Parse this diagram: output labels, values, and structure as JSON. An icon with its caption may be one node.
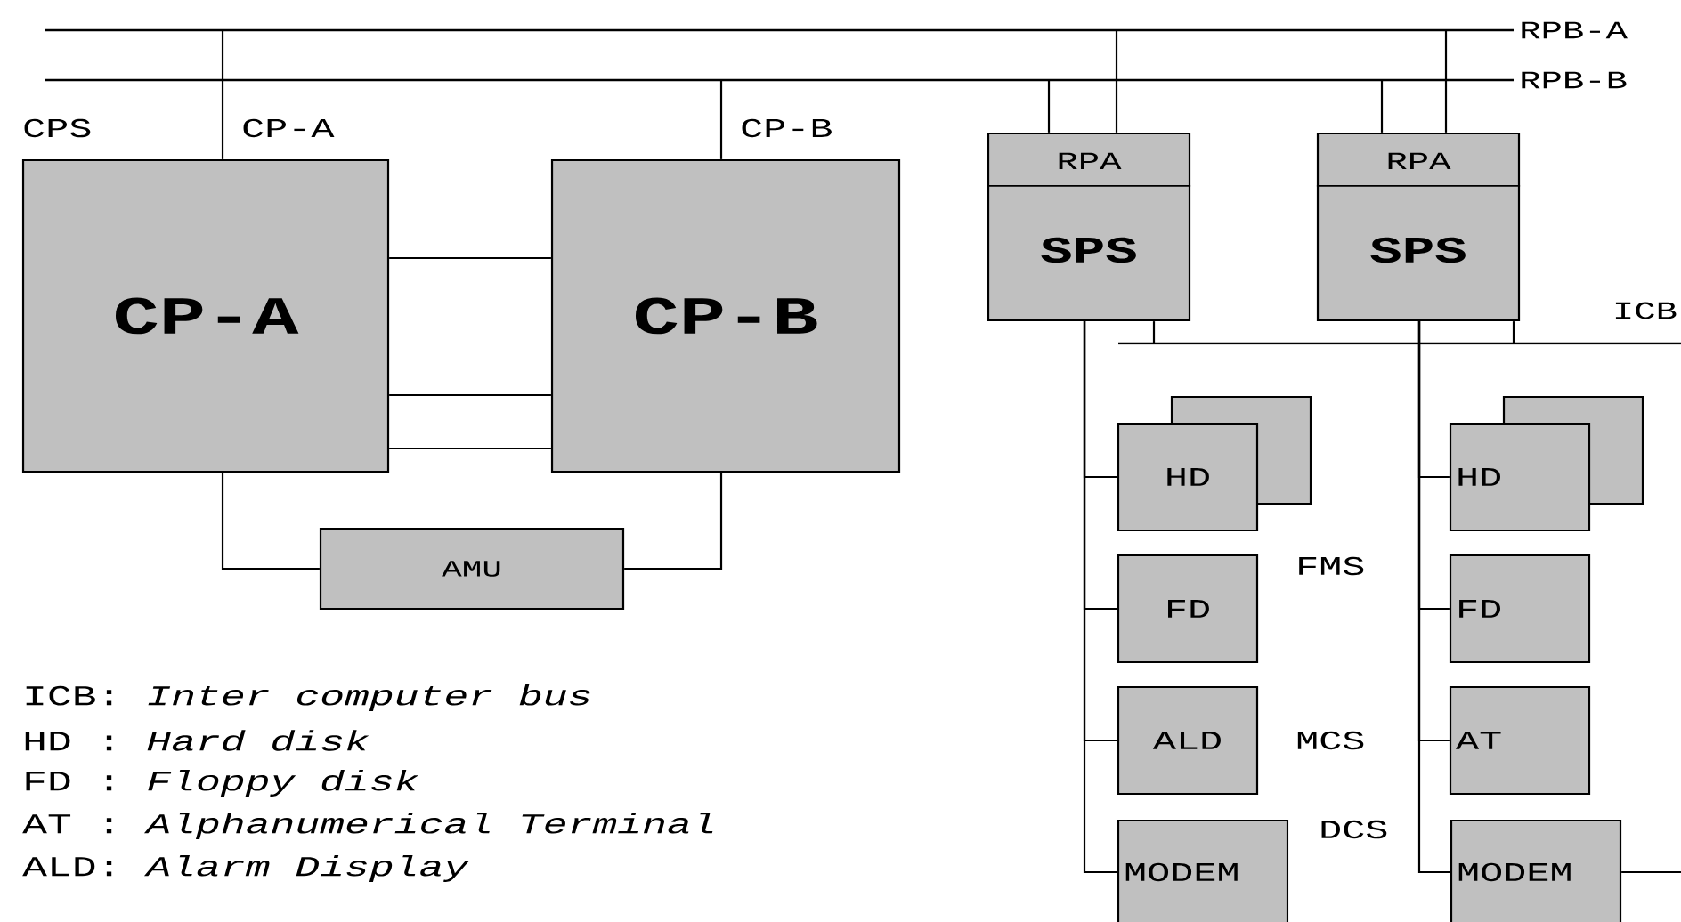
{
  "diagram": {
    "nodes": [
      {
        "text": [
          "RPB-A"
        ]
      },
      {
        "text": [
          "RPB-B"
        ]
      },
      {
        "text": [
          "CP-A"
        ]
      },
      {
        "text": [
          "CP-B"
        ]
      },
      {
        "text": [
          "AMU"
        ]
      },
      {
        "text": [
          "RPA",
          "SPS"
        ]
      },
      {
        "text": [
          "RPA",
          "SPS"
        ]
      },
      {
        "text": [
          "ICB"
        ]
      },
      {
        "text": [
          "HD"
        ]
      },
      {
        "text": [
          "FD"
        ]
      },
      {
        "text": [
          "ALD"
        ]
      },
      {
        "text": [
          "MODEM"
        ]
      },
      {
        "text": [
          "HD"
        ]
      },
      {
        "text": [
          "FD"
        ]
      },
      {
        "text": [
          "AT"
        ]
      },
      {
        "text": [
          "MODEM"
        ]
      }
    ],
    "edges": [
      {
        "from": 2,
        "to": 0,
        "arrow": "none"
      },
      {
        "from": 3,
        "to": 1,
        "arrow": "none"
      },
      {
        "from": 5,
        "to": 1,
        "arrow": "none"
      },
      {
        "from": 5,
        "to": 0,
        "arrow": "none"
      },
      {
        "from": 6,
        "to": 1,
        "arrow": "none"
      },
      {
        "from": 6,
        "to": 0,
        "arrow": "none"
      },
      {
        "from": 5,
        "to": 7,
        "arrow": "none"
      },
      {
        "from": 6,
        "to": 7,
        "arrow": "none"
      },
      {
        "from": 2,
        "to": 3,
        "arrow": "none"
      },
      {
        "from": 2,
        "to": 3,
        "arrow": "none"
      },
      {
        "from": 2,
        "to": 3,
        "arrow": "none"
      },
      {
        "from": 2,
        "to": 4,
        "arrow": "none"
      },
      {
        "from": 3,
        "to": 4,
        "arrow": "none"
      },
      {
        "from": 5,
        "to": 8,
        "arrow": "none"
      },
      {
        "from": 5,
        "to": 9,
        "arrow": "none"
      },
      {
        "from": 5,
        "to": 10,
        "arrow": "none"
      },
      {
        "from": 5,
        "to": 11,
        "arrow": "none"
      },
      {
        "from": 6,
        "to": 12,
        "arrow": "none"
      },
      {
        "from": 6,
        "to": 13,
        "arrow": "none"
      },
      {
        "from": 6,
        "to": 14,
        "arrow": "none"
      },
      {
        "from": 6,
        "to": 15,
        "arrow": "none"
      },
      {
        "from": 15,
        "to": null,
        "arrow": "none"
      }
    ],
    "labels": [
      "CPS",
      "CP-A",
      "CP-B",
      "FMS",
      "MCS",
      "DCS",
      "ICB: *Inter computer bus*",
      "HD : *Hard disk*",
      "FD : *Floppy disk*",
      "AT : *Alphanumerical Terminal*",
      "ALD: *Alarm Display*"
    ]
  }
}
